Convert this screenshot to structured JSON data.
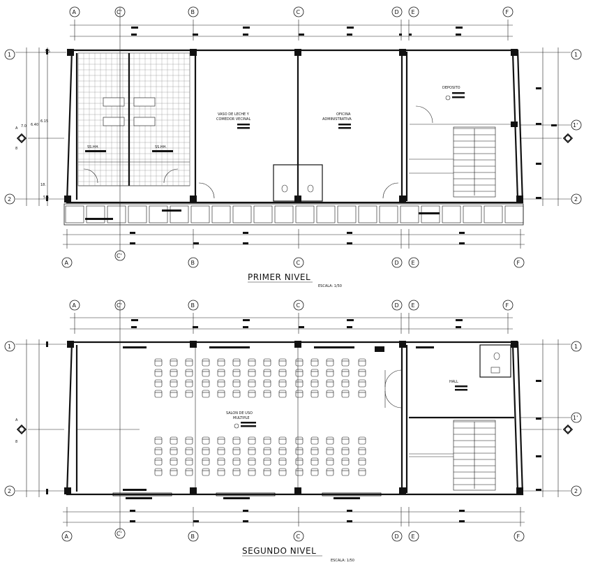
{
  "drawing": {
    "axes_x": [
      "A",
      "C'",
      "B",
      "C",
      "D",
      "E",
      "F"
    ],
    "axes_y": [
      "1",
      "1'",
      "2"
    ],
    "section_marker": {
      "top": "A",
      "bottom": "8"
    },
    "level_1": {
      "title": "PRIMER NIVEL",
      "scale": "ESCALA: 1/50",
      "rooms": [
        {
          "id": "vaso",
          "lines": [
            "VASO DE LECHE Y",
            "COMEDOR VECINAL"
          ]
        },
        {
          "id": "oficina",
          "lines": [
            "OFICINA",
            "ADMINISTRATIVA"
          ]
        },
        {
          "id": "deposito",
          "lines": [
            "DEPOSITO"
          ]
        },
        {
          "id": "ss_hh_m",
          "lines": [
            "SS.HH."
          ]
        },
        {
          "id": "ss_hh_h",
          "lines": [
            "SS.HH."
          ]
        }
      ],
      "dims": [
        "6.15",
        "6.40",
        "7.0",
        "18.",
        "5.5",
        "3.5"
      ]
    },
    "level_2": {
      "title": "SEGUNDO NIVEL",
      "scale": "ESCALA: 1/50",
      "rooms": [
        {
          "id": "salon",
          "lines": [
            "SALON DE USO",
            "MULTIPLE"
          ]
        },
        {
          "id": "hall",
          "lines": [
            "HALL"
          ]
        }
      ]
    },
    "colors": {
      "ink": "#111111",
      "paper": "#ffffff"
    }
  }
}
